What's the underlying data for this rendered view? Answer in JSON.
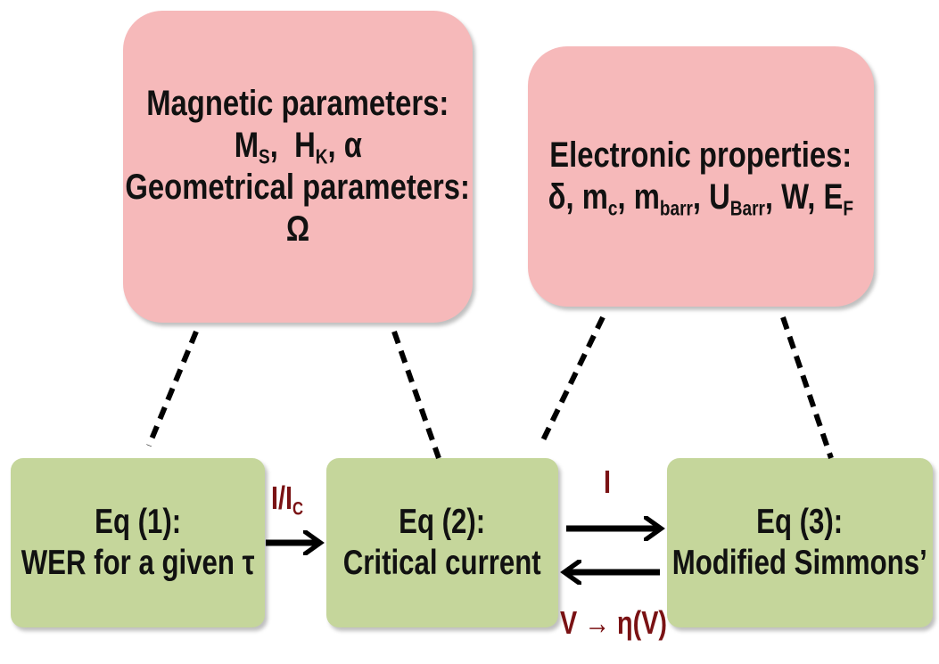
{
  "top_left_box": {
    "heading1": "Magnetic parameters:",
    "params1": {
      "m": "M",
      "m_sub": "S",
      "h": "H",
      "h_sub": "K",
      "alpha": "α"
    },
    "heading2": "Geometrical parameters:",
    "params2": "Ω"
  },
  "top_right_box": {
    "heading": "Electronic properties:",
    "params": {
      "delta": "δ",
      "mc": "m",
      "mc_sub": "c",
      "mbarr": "m",
      "mbarr_sub": "barr",
      "ubarr": "U",
      "ubarr_sub": "Barr",
      "w": "W",
      "ef": "E",
      "ef_sub": "F"
    }
  },
  "eq1_box": {
    "title": "Eq (1):",
    "desc": "WER for a given τ"
  },
  "eq2_box": {
    "title": "Eq (2):",
    "desc": "Critical current"
  },
  "eq3_box": {
    "title": "Eq (3):",
    "desc": "Modified Simmons’"
  },
  "arrow_labels": {
    "eq1_to_eq2": {
      "main": "I/I",
      "sub": "C"
    },
    "eq2_to_eq3": "I",
    "eq3_to_eq2": "V → η(V)"
  },
  "colors": {
    "pink_box": "#f6b9ba",
    "green_box": "#c5d69b",
    "arrow_label": "#7a1214",
    "text": "#111111"
  }
}
